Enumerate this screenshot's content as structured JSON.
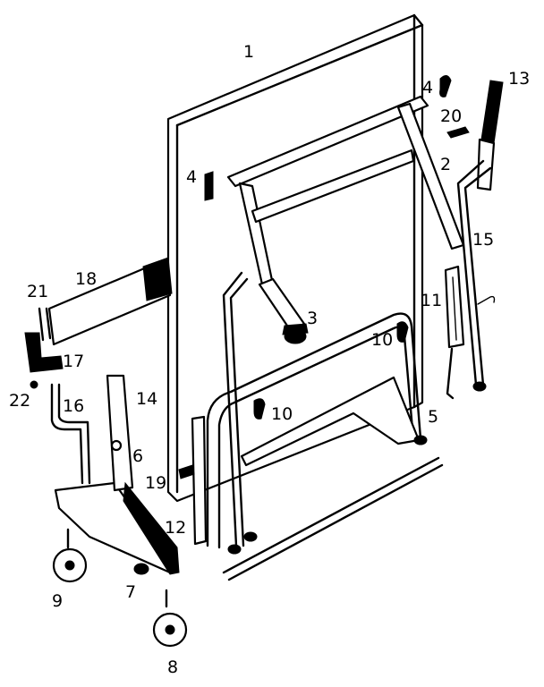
{
  "callouts": {
    "c1": "1",
    "c2": "2",
    "c3": "3",
    "c4a": "4",
    "c4b": "4",
    "c5": "5",
    "c6": "6",
    "c7": "7",
    "c8": "8",
    "c9": "9",
    "c10a": "10",
    "c10b": "10",
    "c11": "11",
    "c12": "12",
    "c13": "13",
    "c14": "14",
    "c15": "15",
    "c16": "16",
    "c17": "17",
    "c18": "18",
    "c19": "19",
    "c20": "20",
    "c21": "21",
    "c22": "22"
  }
}
